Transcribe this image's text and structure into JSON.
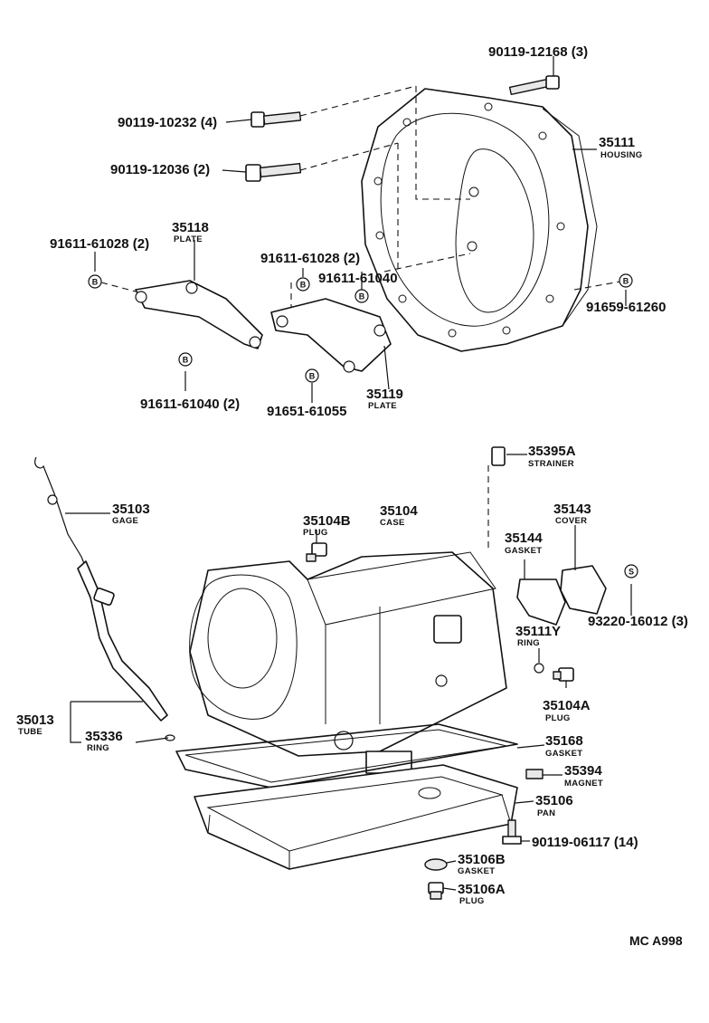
{
  "diagram_ref": "MC A998",
  "callouts": [
    {
      "id": "c1",
      "part": "90119-12168 (3)",
      "desc": ""
    },
    {
      "id": "c2",
      "part": "90119-10232 (4)",
      "desc": ""
    },
    {
      "id": "c3",
      "part": "35111",
      "desc": "HOUSING"
    },
    {
      "id": "c4",
      "part": "90119-12036 (2)",
      "desc": ""
    },
    {
      "id": "c5",
      "part": "35118",
      "desc": "PLATE"
    },
    {
      "id": "c6",
      "part": "91611-61028 (2)",
      "desc": ""
    },
    {
      "id": "c7",
      "part": "91611-61028 (2)",
      "desc": ""
    },
    {
      "id": "c8",
      "part": "91611-61040",
      "desc": ""
    },
    {
      "id": "c9",
      "part": "91659-61260",
      "desc": ""
    },
    {
      "id": "c10",
      "part": "91611-61040 (2)",
      "desc": ""
    },
    {
      "id": "c11",
      "part": "35119",
      "desc": "PLATE"
    },
    {
      "id": "c12",
      "part": "91651-61055",
      "desc": ""
    },
    {
      "id": "c13",
      "part": "35395A",
      "desc": "STRAINER"
    },
    {
      "id": "c14",
      "part": "35103",
      "desc": "GAGE"
    },
    {
      "id": "c15",
      "part": "35104",
      "desc": "CASE"
    },
    {
      "id": "c16",
      "part": "35104B",
      "desc": "PLUG"
    },
    {
      "id": "c17",
      "part": "35143",
      "desc": "COVER"
    },
    {
      "id": "c18",
      "part": "35144",
      "desc": "GASKET"
    },
    {
      "id": "c19",
      "part": "93220-16012 (3)",
      "desc": ""
    },
    {
      "id": "c20",
      "part": "35111Y",
      "desc": "RING"
    },
    {
      "id": "c21",
      "part": "35104A",
      "desc": "PLUG"
    },
    {
      "id": "c22",
      "part": "35013",
      "desc": "TUBE"
    },
    {
      "id": "c23",
      "part": "35336",
      "desc": "RING"
    },
    {
      "id": "c24",
      "part": "35168",
      "desc": "GASKET"
    },
    {
      "id": "c25",
      "part": "35394",
      "desc": "MAGNET"
    },
    {
      "id": "c26",
      "part": "35106",
      "desc": "PAN"
    },
    {
      "id": "c27",
      "part": "90119-06117 (14)",
      "desc": ""
    },
    {
      "id": "c28",
      "part": "35106B",
      "desc": "GASKET"
    },
    {
      "id": "c29",
      "part": "35106A",
      "desc": "PLUG"
    }
  ],
  "markers": [
    {
      "id": "m1",
      "symbol": "B"
    },
    {
      "id": "m2",
      "symbol": "B"
    },
    {
      "id": "m3",
      "symbol": "B"
    },
    {
      "id": "m4",
      "symbol": "B"
    },
    {
      "id": "m5",
      "symbol": "B"
    },
    {
      "id": "m6",
      "symbol": "B"
    },
    {
      "id": "m7",
      "symbol": "S"
    }
  ]
}
